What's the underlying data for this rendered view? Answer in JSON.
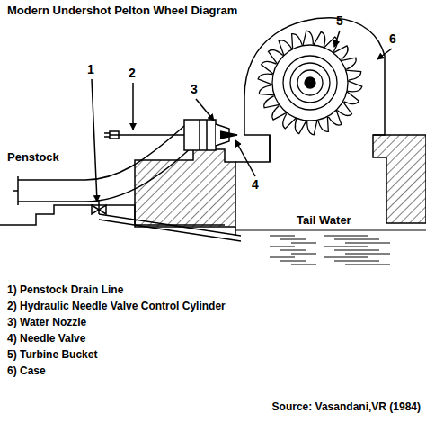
{
  "diagram": {
    "title": "Modern Undershot Pelton Wheel Diagram",
    "caption": "Source: Vasandani,VR (1984)",
    "labels": [
      "1",
      "2",
      "3",
      "4",
      "5",
      "6",
      "Penstock",
      "Tail Water",
      "1) Penstock Drain Line",
      "2) Hydraulic Needle Valve Control Cylinder",
      "3) Water Nozzle",
      "4) Needle Valve",
      "5) Turbine Bucket",
      "6) Case"
    ]
  }
}
